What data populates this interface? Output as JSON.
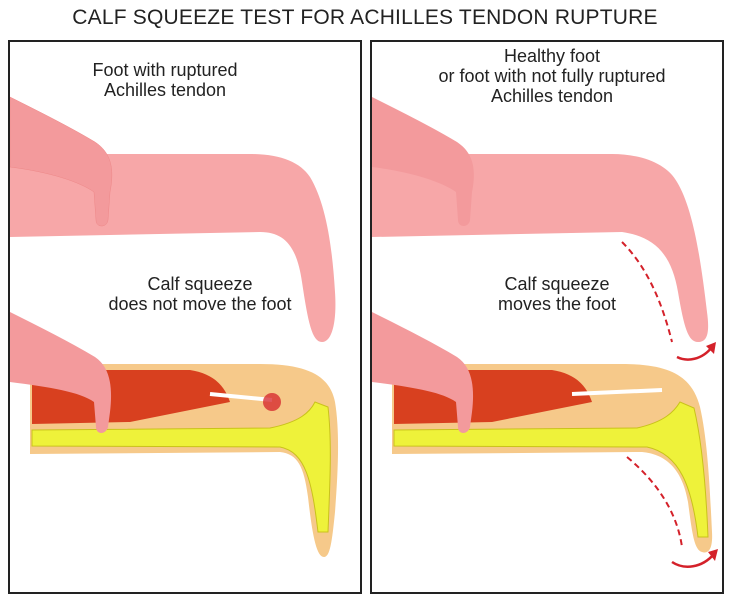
{
  "title": "CALF SQUEEZE TEST FOR ACHILLES TENDON RUPTURE",
  "left_panel": {
    "top_caption": [
      "Foot with ruptured",
      "Achilles tendon"
    ],
    "bottom_caption": [
      "Calf squeeze",
      "does not move the foot"
    ]
  },
  "right_panel": {
    "top_caption": [
      "Healthy foot",
      "or foot with not fully ruptured",
      "Achilles tendon"
    ],
    "bottom_caption": [
      "Calf squeeze",
      "moves the foot"
    ]
  },
  "colors": {
    "skin": "#f7a7a8",
    "muscle": "#d8401f",
    "bone": "#eef23a",
    "fat": "#f6c98a",
    "arrow": "#d4212a"
  }
}
